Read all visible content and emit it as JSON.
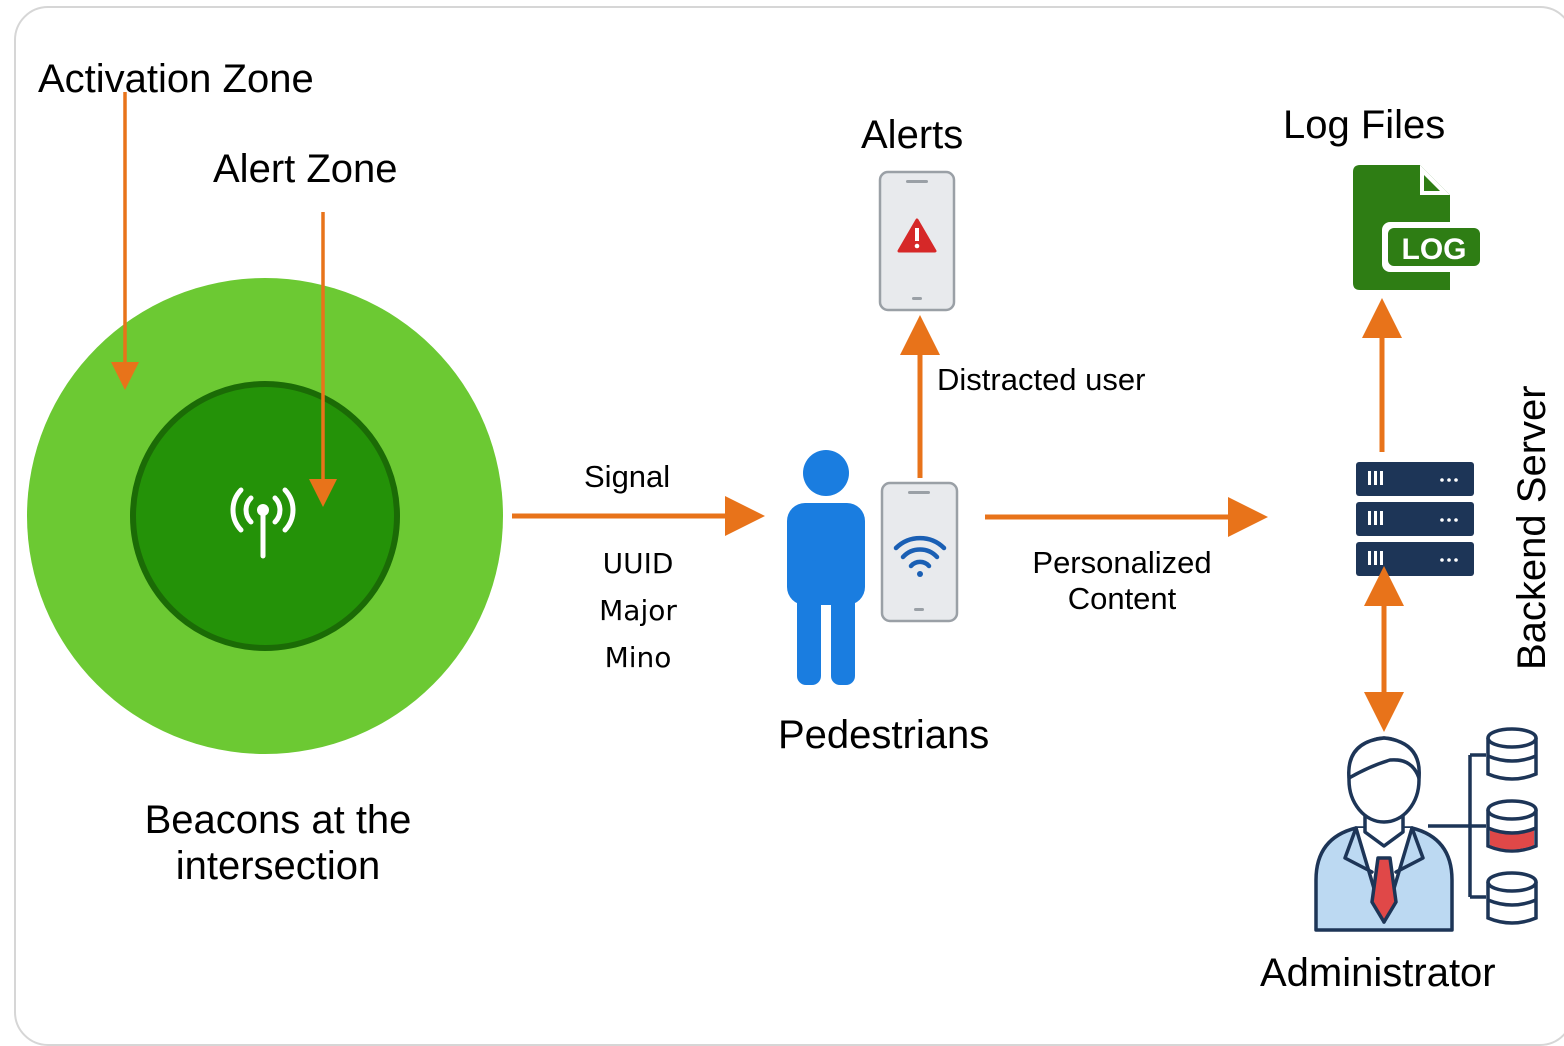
{
  "labels": {
    "activation_zone": "Activation Zone",
    "alert_zone": "Alert Zone",
    "beacons": "Beacons at the\nintersection",
    "signal": "Signal",
    "uuid": "UUID",
    "major": "Major",
    "mino": "Mino",
    "pedestrians": "Pedestrians",
    "alerts": "Alerts",
    "distracted_user": "Distracted user",
    "personalized_content": "Personalized\nContent",
    "log_files": "Log Files",
    "log_badge": "LOG",
    "backend_server": "Backend Server",
    "administrator": "Administrator"
  },
  "colors": {
    "arrow": "#e8731a",
    "outer_zone": "#6cc933",
    "inner_zone": "#249208",
    "inner_ring": "#1b6b06",
    "person": "#1a7de0",
    "phone_fill": "#e8eaed",
    "phone_stroke": "#9aa0a6",
    "alert_red": "#d62828",
    "log_green": "#2e7d14",
    "server_navy": "#1d3557"
  }
}
